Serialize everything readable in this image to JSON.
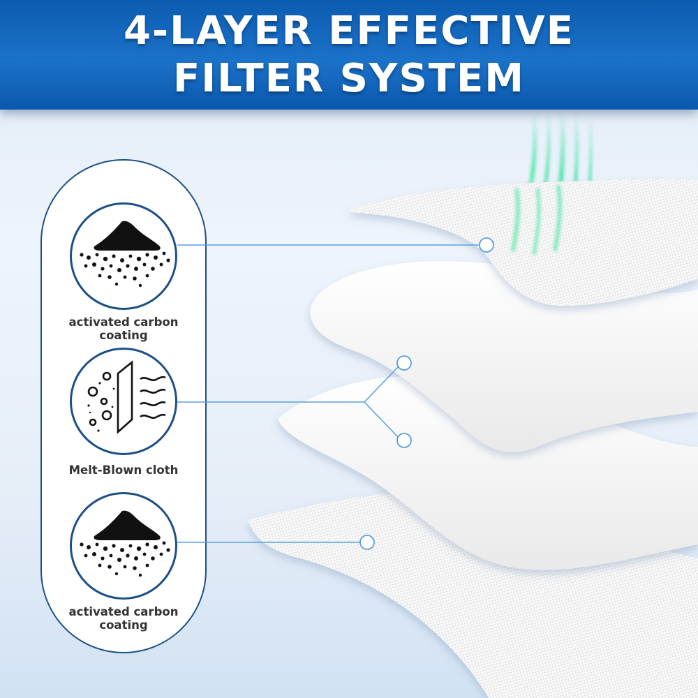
{
  "header": {
    "title_line1": "4-LAYER EFFECTIVE",
    "title_line2": "FILTER SYSTEM"
  },
  "layers": [
    {
      "icon": "carbon-pile-icon",
      "label_line1": "activated carbon",
      "label_line2": "coating"
    },
    {
      "icon": "melt-blown-filter-icon",
      "label_line1": "Melt-Blown cloth",
      "label_line2": ""
    },
    {
      "icon": "carbon-pile-icon",
      "label_line1": "activated carbon",
      "label_line2": "coating"
    }
  ],
  "colors": {
    "banner": "#1b72c9",
    "outline": "#1d4f86",
    "connector": "#5a9fe0",
    "airflow": "#2fe39a"
  }
}
